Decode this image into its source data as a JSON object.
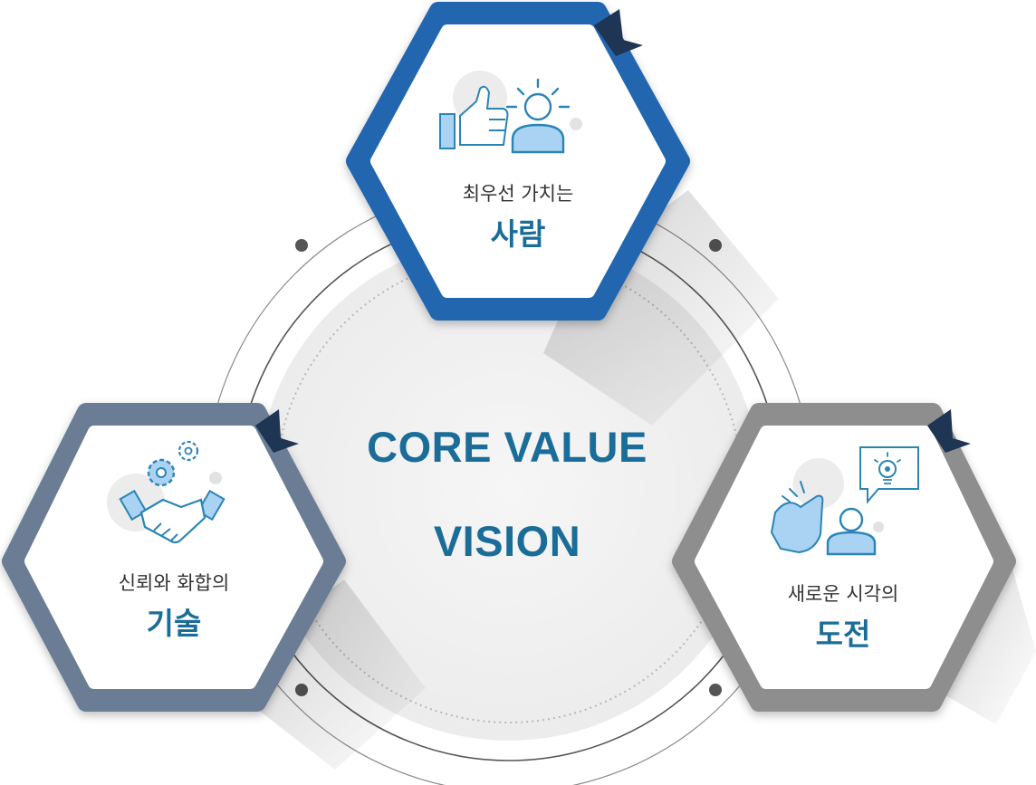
{
  "center": {
    "line1": "CORE VALUE",
    "line2": "VISION"
  },
  "values": [
    {
      "subtitle": "최우선 가치는",
      "title": "사람",
      "icon": "thumbs-up-person-icon",
      "ring_color": "#2366b0"
    },
    {
      "subtitle": "신뢰와 화합의",
      "title": "기술",
      "icon": "gears-handshake-icon",
      "ring_color": "#6b7d95"
    },
    {
      "subtitle": "새로운 시각의",
      "title": "도전",
      "icon": "clap-idea-person-icon",
      "ring_color": "#8e8e8e"
    }
  ],
  "colors": {
    "accent": "#1b6d99",
    "ribbon": "#1e3553",
    "icon_stroke": "#2a85b5",
    "icon_fill": "#a9d2f3"
  }
}
